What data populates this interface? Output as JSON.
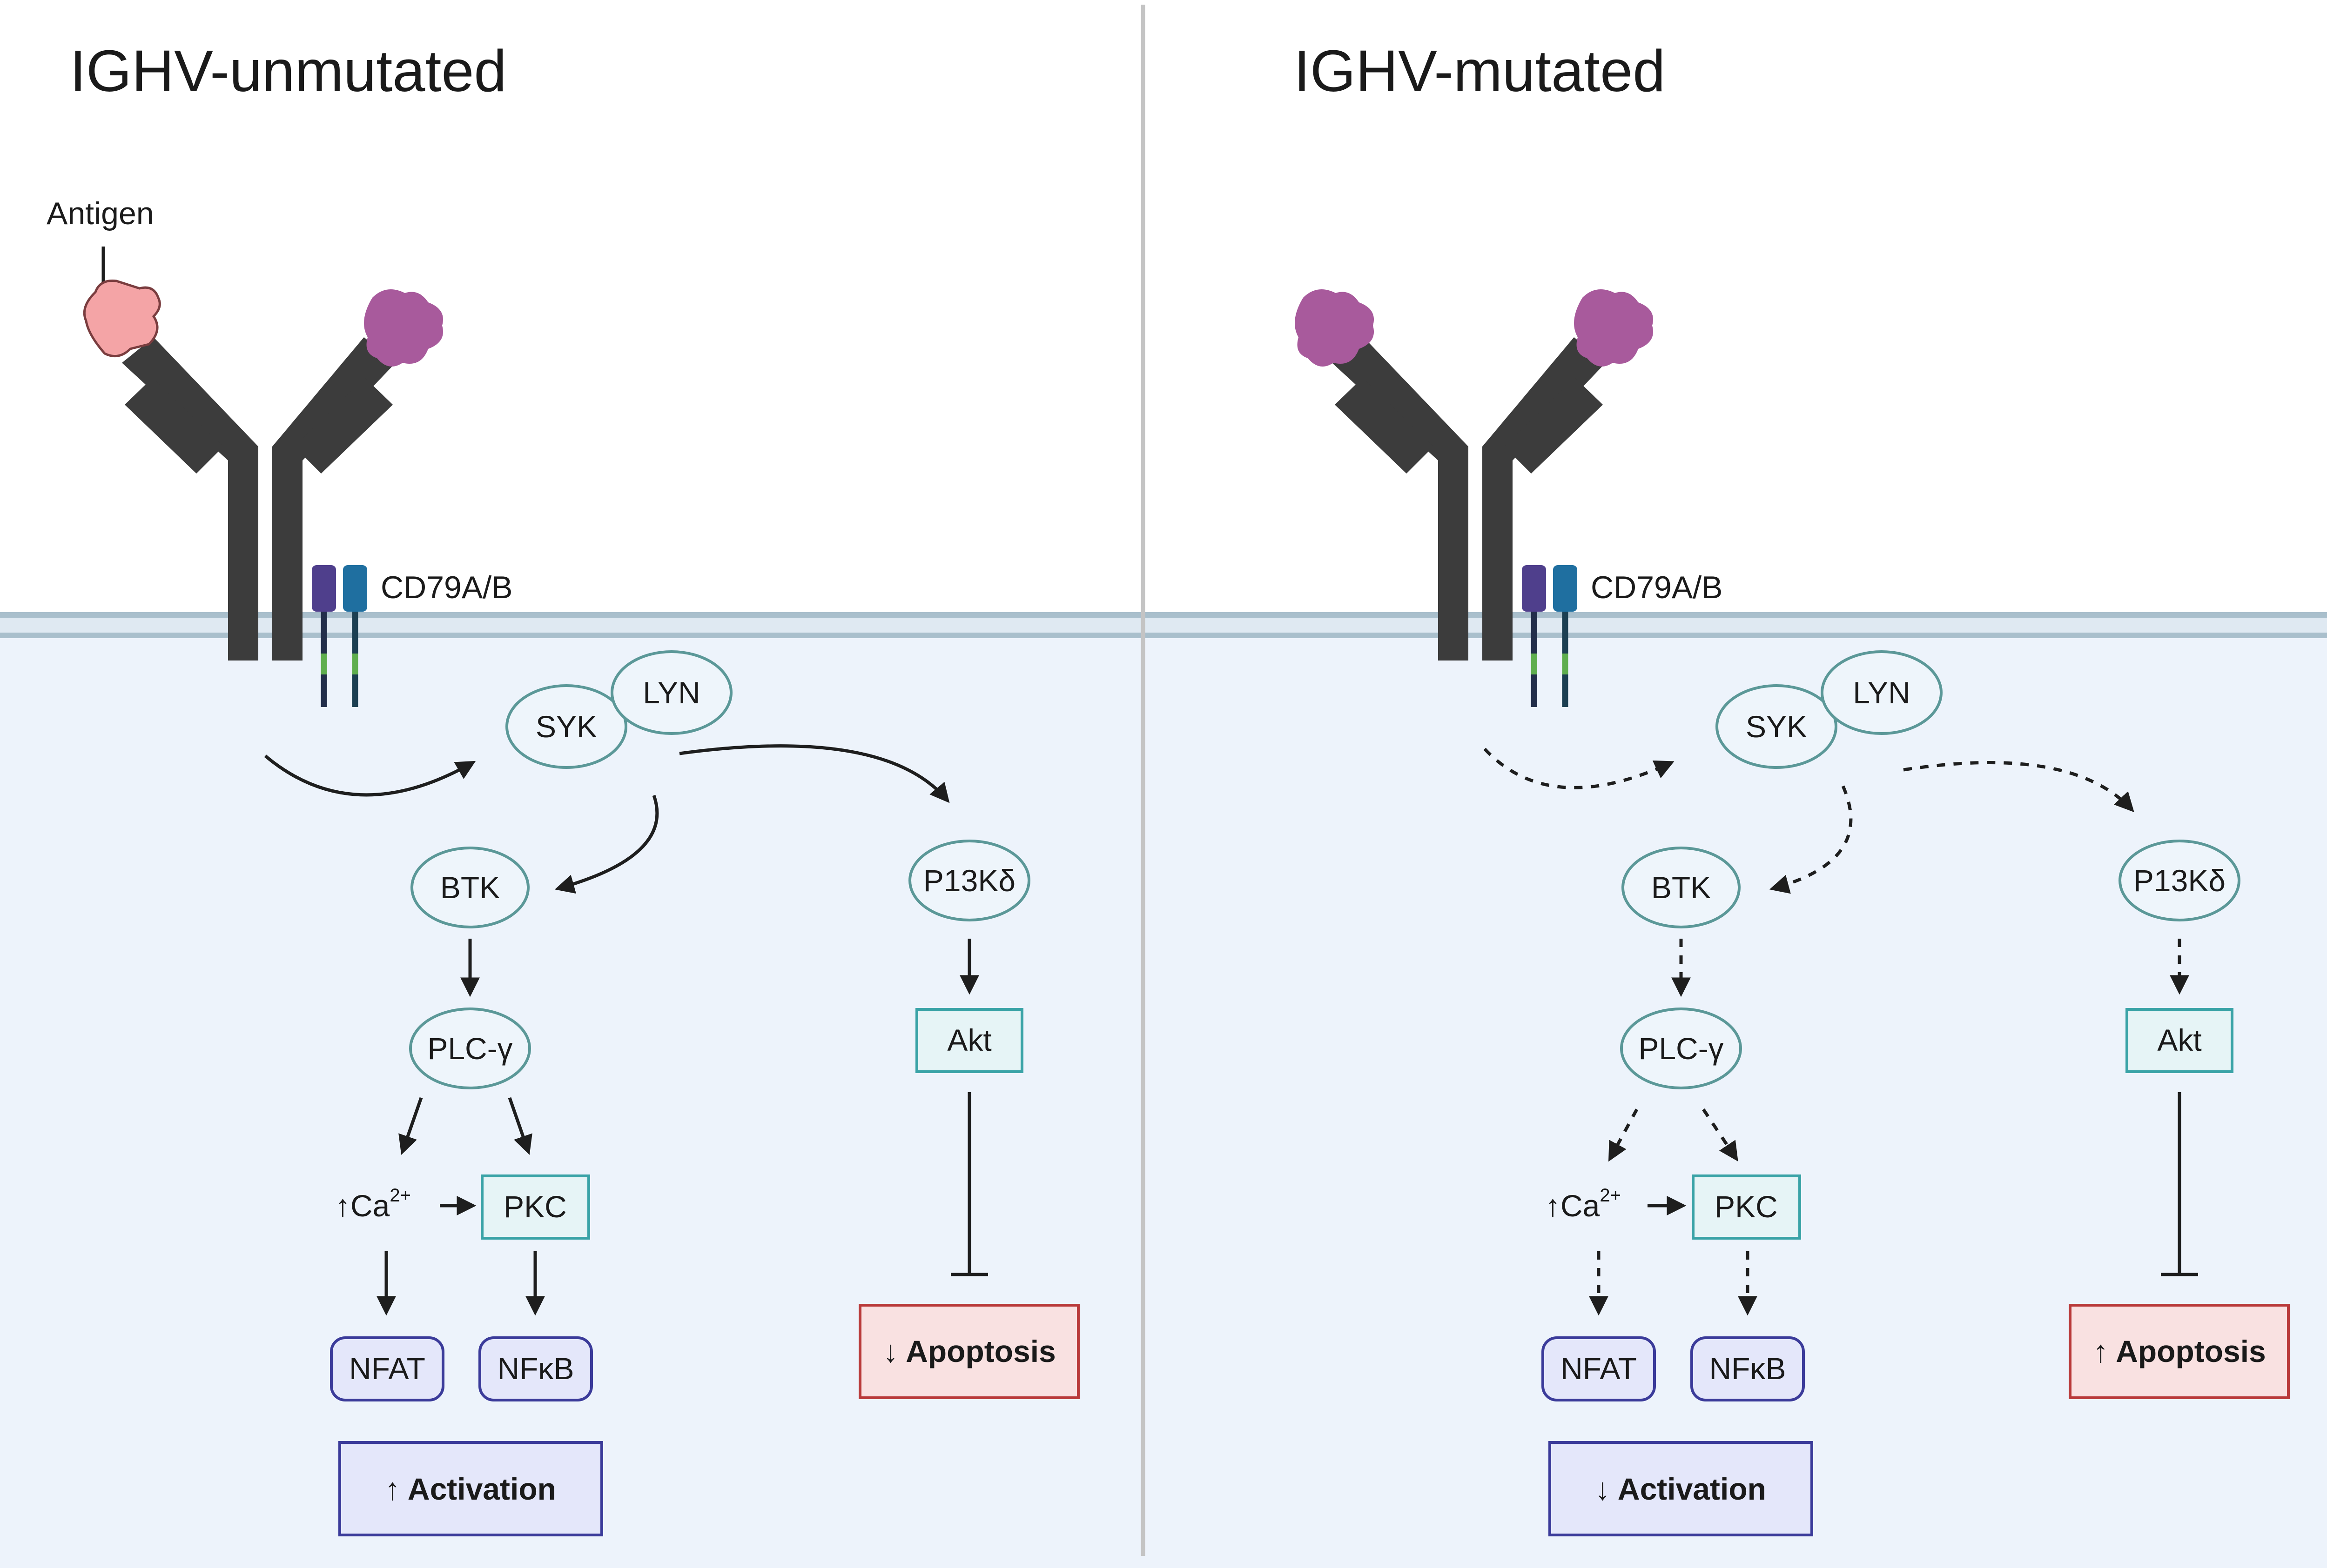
{
  "left_panel": {
    "title": "IGHV-unmutated",
    "antigen_label": "Antigen",
    "receptor_label": "CD79A/B",
    "nodes": {
      "syk": "SYK",
      "lyn": "LYN",
      "btk": "BTK",
      "plc": "PLC-γ",
      "ca": "↑Ca",
      "ca_sup": "2+",
      "pkc": "PKC",
      "nfat": "NFAT",
      "nfkb": "NFκB",
      "pi3k": "P13Kδ",
      "akt": "Akt"
    },
    "activation": "↑ Activation",
    "apoptosis": "↓ Apoptosis"
  },
  "right_panel": {
    "title": "IGHV-mutated",
    "receptor_label": "CD79A/B",
    "nodes": {
      "syk": "SYK",
      "lyn": "LYN",
      "btk": "BTK",
      "plc": "PLC-γ",
      "ca": "↑Ca",
      "ca_sup": "2+",
      "pkc": "PKC",
      "nfat": "NFAT",
      "nfkb": "NFκB",
      "pi3k": "P13Kδ",
      "akt": "Akt"
    },
    "activation": "↓ Activation",
    "apoptosis": "↑ Apoptosis"
  },
  "colors": {
    "cytoplasm": "#edf3fb",
    "membrane": "#a9bfcc",
    "antigen": "#f4a4a6",
    "self_antigen": "#a85a9c",
    "cd79a": "#4f3f8c",
    "cd79b": "#1f6fa0",
    "tail_green": "#5fae4e"
  }
}
